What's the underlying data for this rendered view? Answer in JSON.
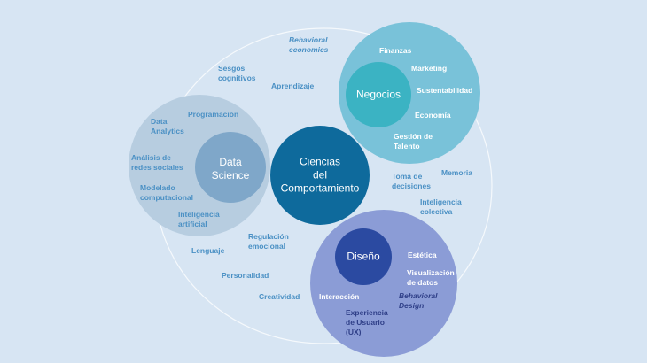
{
  "center": {
    "label": "Ciencias\ndel\nComportamiento"
  },
  "data_science": {
    "title": "Data\nScience",
    "items": [
      "Programación",
      "Data\nAnalytics",
      "Análisis de\nredes sociales",
      "Modelado\ncomputacional",
      "Inteligencia\nartificial"
    ]
  },
  "negocios": {
    "title": "Negocios",
    "items": [
      "Finanzas",
      "Marketing",
      "Sustentabilidad",
      "Economía",
      "Gestión de\nTalento"
    ]
  },
  "diseno": {
    "title": "Diseño",
    "items": [
      "Estética",
      "Visualización\nde datos",
      "Interacción",
      "Behavioral\nDesign",
      "Experiencia\nde Usuario\n(UX)"
    ]
  },
  "outer_terms": [
    "Behavioral\neconomics",
    "Sesgos\ncognitivos",
    "Aprendizaje",
    "Memoria",
    "Toma de\ndecisiones",
    "Inteligencia\ncolectiva",
    "Regulación\nemocional",
    "Lenguaje",
    "Personalidad",
    "Creatividad"
  ],
  "colors": {
    "background": "#d7e5f3",
    "center": "#0e6a9c",
    "negocios_outer": "#79c2d9",
    "negocios_inner": "#3bb3c3",
    "data_science_outer": "#b7cde0",
    "data_science_inner": "#7fa7c9",
    "diseno_outer": "#8b9cd6",
    "diseno_inner": "#2b4aa1"
  }
}
